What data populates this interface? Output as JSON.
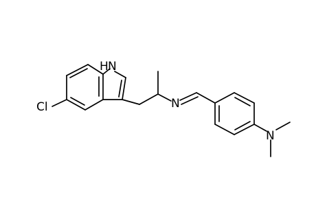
{
  "structure": {
    "atoms": {
      "nh": "H",
      "nh_n": "N",
      "cl": "Cl",
      "imine_n": "N",
      "amine_n": "N"
    },
    "colors": {
      "ink": "#000000",
      "background": "#ffffff"
    }
  }
}
